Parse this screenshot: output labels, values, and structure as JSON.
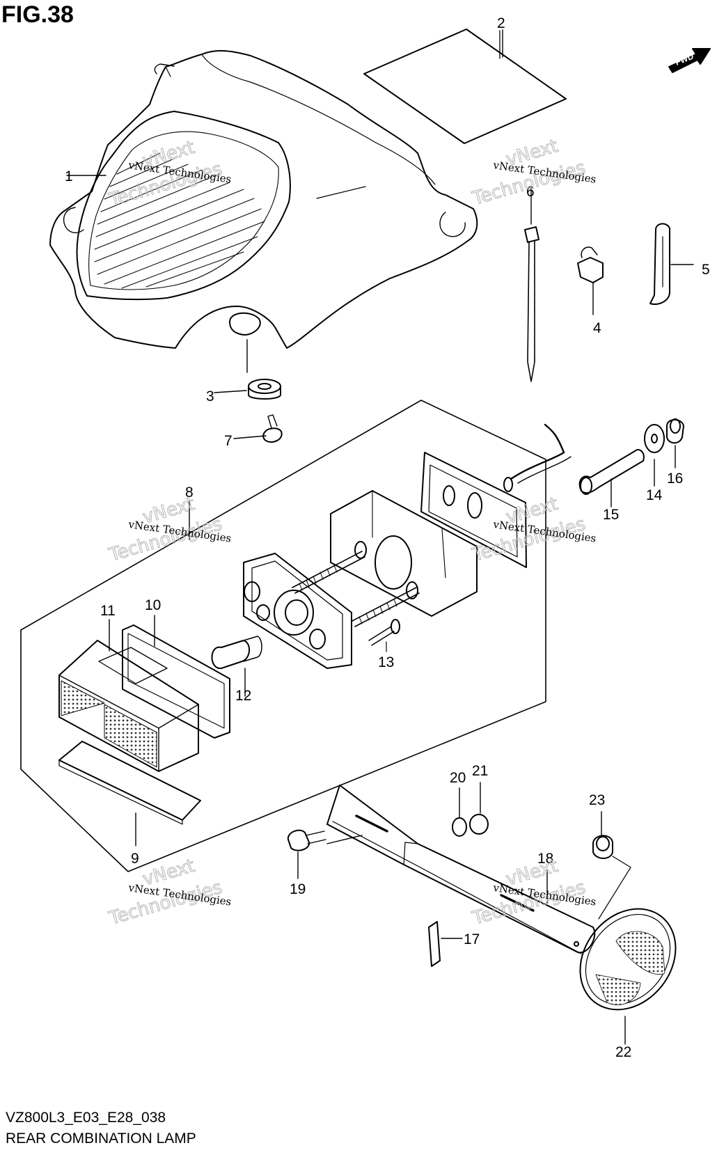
{
  "figure": {
    "title": "FIG.38"
  },
  "footer": {
    "model_code": "VZ800L3_E03_E28_038",
    "caption": "REAR COMBINATION LAMP"
  },
  "badges": {
    "forward": "FWD"
  },
  "watermark": {
    "line1": "vNext Technologies",
    "line2": "vNext",
    "line3": "Technologies"
  },
  "callouts": {
    "c1": "1",
    "c2": "2",
    "c3": "3",
    "c4": "4",
    "c5": "5",
    "c6": "6",
    "c7": "7",
    "c8": "8",
    "c9": "9",
    "c10": "10",
    "c11": "11",
    "c12": "12",
    "c13": "13",
    "c14": "14",
    "c15": "15",
    "c16": "16",
    "c17": "17",
    "c18": "18",
    "c19": "19",
    "c20": "20",
    "c21": "21",
    "c22": "22",
    "c23": "23"
  }
}
